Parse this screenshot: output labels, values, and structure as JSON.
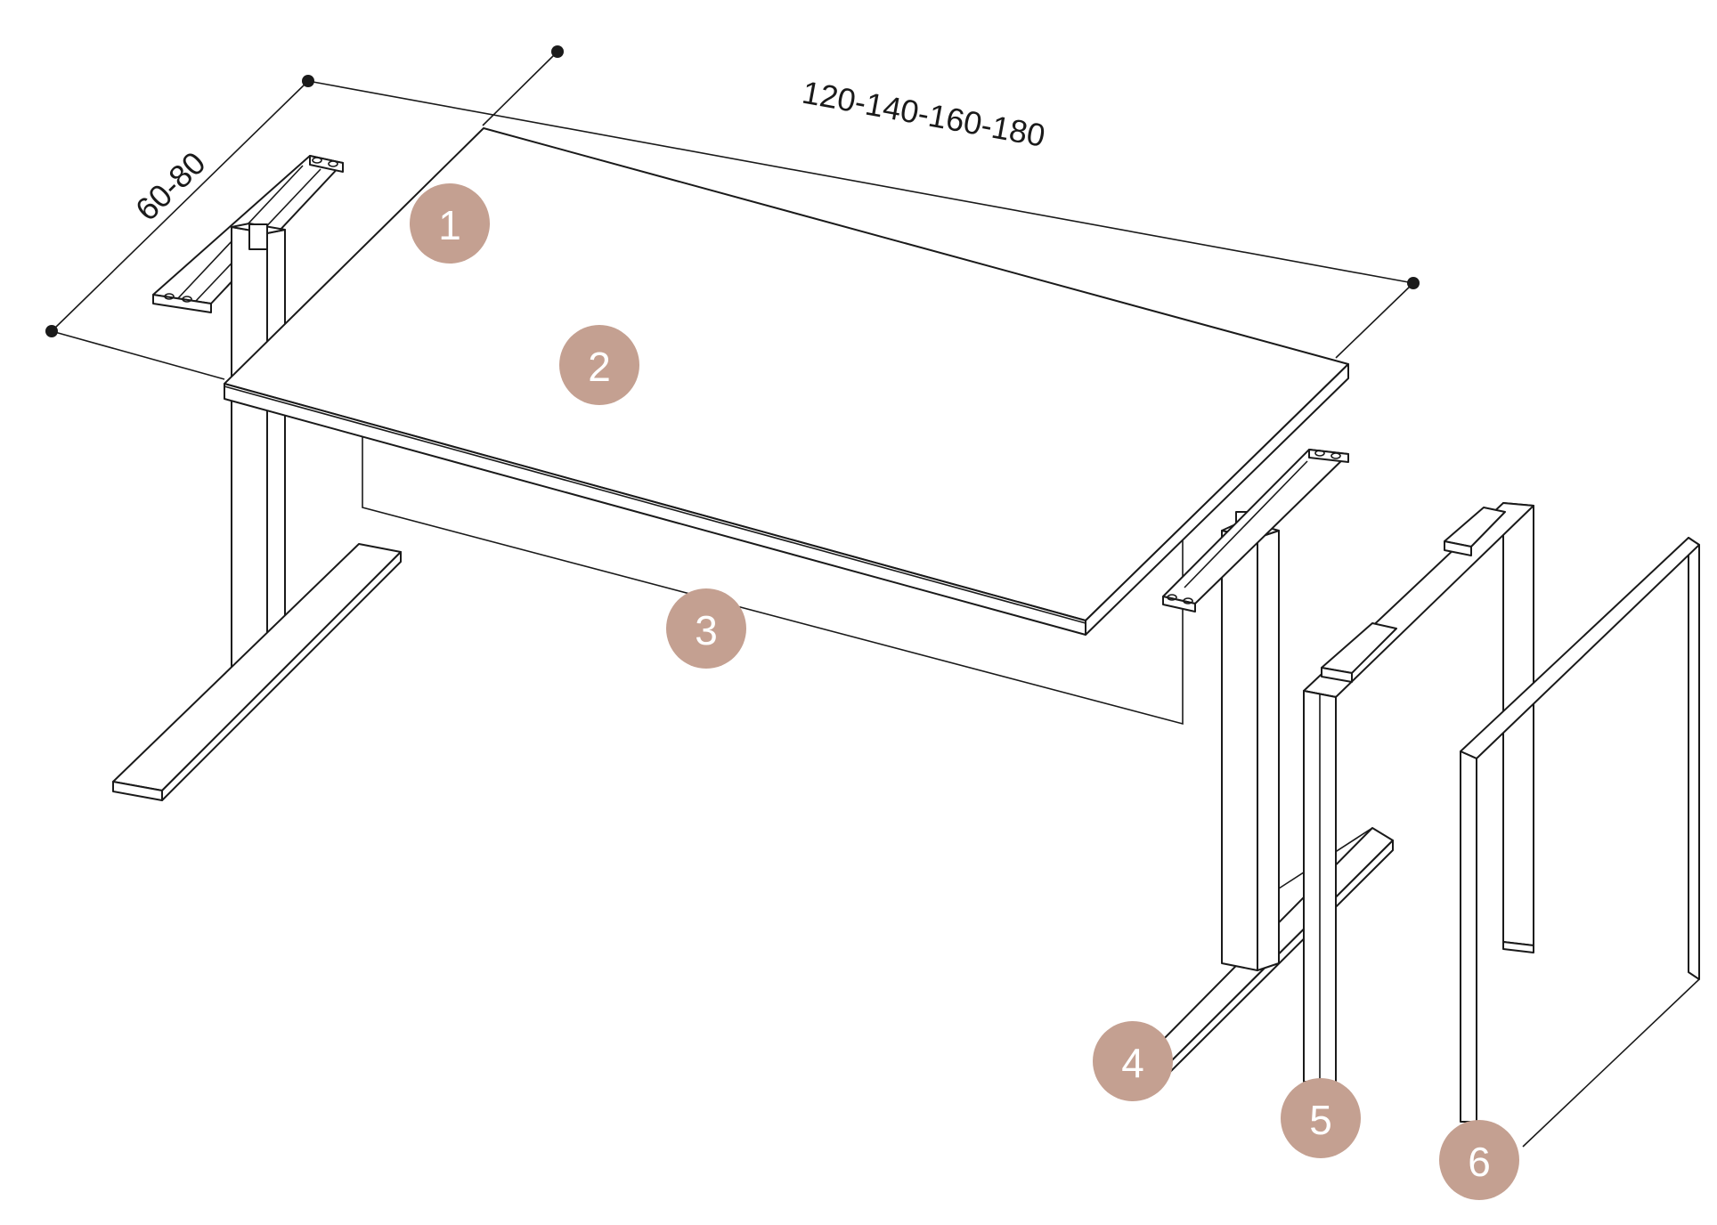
{
  "dimensions": {
    "width_label": "120-140-160-180",
    "depth_label": "60-80"
  },
  "callouts": [
    {
      "number": "1"
    },
    {
      "number": "2"
    },
    {
      "number": "3"
    },
    {
      "number": "4"
    },
    {
      "number": "5"
    },
    {
      "number": "6"
    }
  ],
  "colors": {
    "badge": "#c4a091",
    "line": "#1a1a1a",
    "background": "#ffffff"
  }
}
